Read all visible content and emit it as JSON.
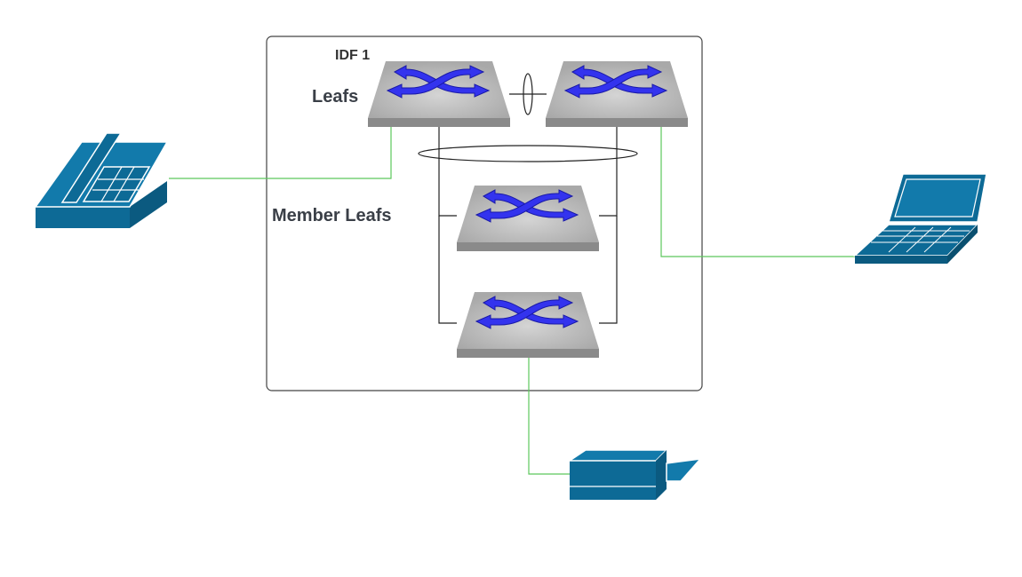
{
  "diagram": {
    "area_label": "IDF 1",
    "leafs_label": "Leafs",
    "member_leafs_label": "Member Leafs"
  },
  "nodes": [
    {
      "id": "leaf-1",
      "kind": "switch",
      "icon": "switch-icon"
    },
    {
      "id": "leaf-2",
      "kind": "switch",
      "icon": "switch-icon"
    },
    {
      "id": "member-leaf-1",
      "kind": "switch",
      "icon": "switch-icon"
    },
    {
      "id": "member-leaf-2",
      "kind": "switch",
      "icon": "switch-icon"
    },
    {
      "id": "phone",
      "kind": "endpoint",
      "icon": "phone-icon"
    },
    {
      "id": "laptop",
      "kind": "endpoint",
      "icon": "laptop-icon"
    },
    {
      "id": "printer",
      "kind": "endpoint",
      "icon": "printer-icon"
    }
  ],
  "links": [
    {
      "from": "leaf-1",
      "to": "leaf-2",
      "kind": "lag"
    },
    {
      "from": "leaf-1",
      "to": "member-leaf-1",
      "kind": "uplink"
    },
    {
      "from": "leaf-1",
      "to": "member-leaf-2",
      "kind": "uplink"
    },
    {
      "from": "leaf-2",
      "to": "member-leaf-1",
      "kind": "uplink"
    },
    {
      "from": "leaf-2",
      "to": "member-leaf-2",
      "kind": "uplink"
    },
    {
      "from": "leaf-1",
      "to": "phone",
      "kind": "access"
    },
    {
      "from": "leaf-2",
      "to": "laptop",
      "kind": "access"
    },
    {
      "from": "member-leaf-2",
      "to": "printer",
      "kind": "access"
    }
  ],
  "colors": {
    "switch_arrow": "#3333ee",
    "switch_top": "#b8b8b8",
    "switch_front": "#8a8a8a",
    "device": "#0d6a96",
    "access_link": "#5cc75c",
    "uplink": "#222222"
  }
}
